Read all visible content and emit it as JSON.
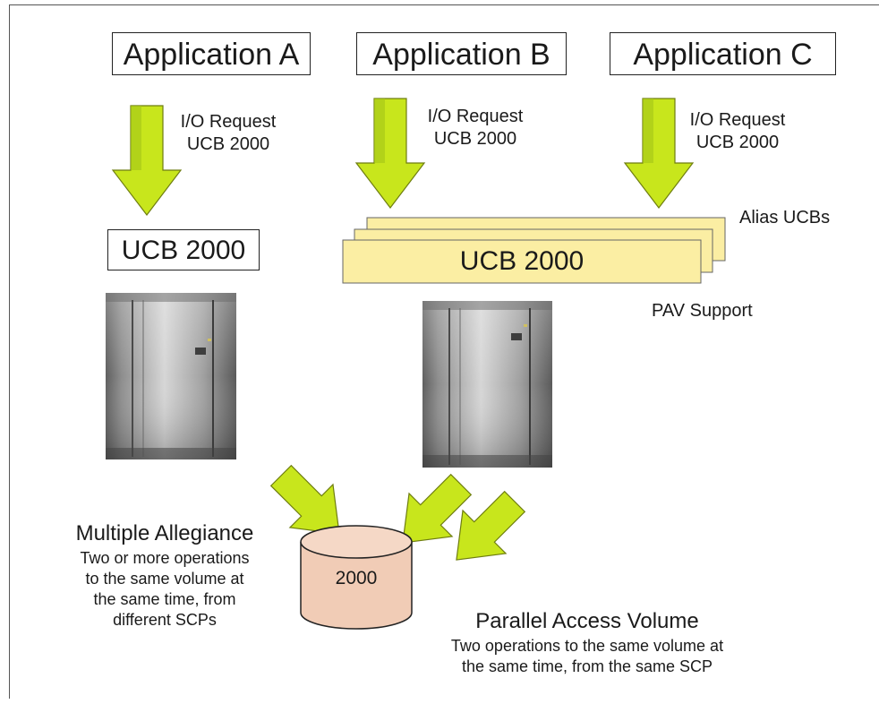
{
  "applications": [
    {
      "label": "Application A",
      "request_line1": "I/O Request",
      "request_line2": "UCB 2000"
    },
    {
      "label": "Application B",
      "request_line1": "I/O Request",
      "request_line2": "UCB 2000"
    },
    {
      "label": "Application C",
      "request_line1": "I/O Request",
      "request_line2": "UCB 2000"
    }
  ],
  "ucb_left": "UCB 2000",
  "ucb_stack": {
    "label": "UCB 2000",
    "alias_label": "Alias UCBs",
    "pav_label": "PAV Support"
  },
  "volume": {
    "label": "2000"
  },
  "multiple_allegiance": {
    "title": "Multiple Allegiance",
    "lines": [
      "Two or more operations",
      "to the same volume at",
      "the same time, from",
      "different SCPs"
    ]
  },
  "parallel_access": {
    "title": "Parallel Access Volume",
    "lines": [
      "Two operations to the same volume at",
      "the same time, from the same SCP"
    ]
  },
  "colors": {
    "arrow_fill": "#c8e61c",
    "arrow_shade": "#8ea812",
    "ucb_fill": "#fbeea3",
    "disk_fill": "#f1ccb6"
  },
  "icons": [
    "down-arrow-icon",
    "diagonal-arrow-icon",
    "storage-server-icon",
    "disk-cylinder-icon"
  ]
}
